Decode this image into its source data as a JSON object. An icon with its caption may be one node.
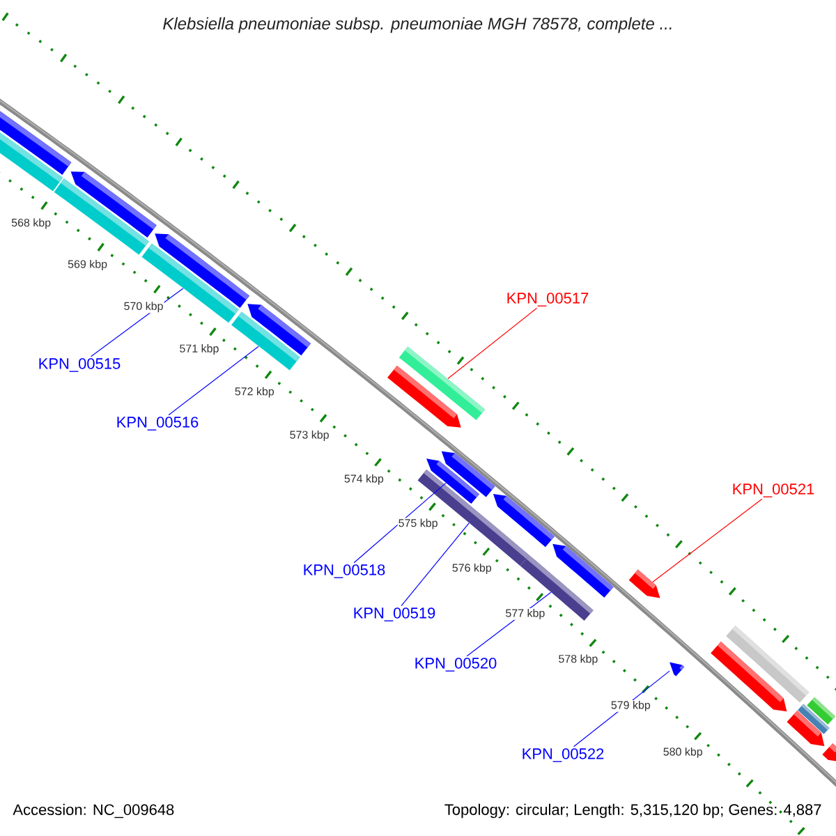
{
  "diagram": {
    "title": "Klebsiella pneumoniae subsp. pneumoniae MGH 78578, complete ...",
    "nodes": [
      {
        "text": [
          "KPN_00515"
        ]
      },
      {
        "text": [
          "KPN_00516"
        ]
      },
      {
        "text": [
          "KPN_00517"
        ]
      },
      {
        "text": [
          "KPN_00521"
        ]
      },
      {
        "text": [
          "KPN_00518"
        ]
      },
      {
        "text": [
          "KPN_00519"
        ]
      },
      {
        "text": [
          "KPN_00520"
        ]
      },
      {
        "text": [
          "KPN_00522"
        ]
      },
      {
        "text": [],
        "shape": "arrow"
      },
      {
        "text": [],
        "shape": "bar"
      },
      {
        "text": [],
        "shape": "bar"
      },
      {
        "text": [],
        "shape": "arrow"
      },
      {
        "text": [],
        "shape": "bar"
      },
      {
        "text": [],
        "shape": "arrow"
      },
      {
        "text": [],
        "shape": "bar"
      },
      {
        "text": [],
        "shape": "arrow"
      },
      {
        "text": [],
        "shape": "bar"
      },
      {
        "text": [],
        "shape": "arrow"
      },
      {
        "text": [],
        "shape": "arrow"
      },
      {
        "text": [],
        "shape": "bar"
      },
      {
        "text": [],
        "shape": "arrow"
      },
      {
        "text": [],
        "shape": "arrow"
      },
      {
        "text": [],
        "shape": "bar"
      },
      {
        "text": [],
        "shape": "arrow"
      },
      {
        "text": [],
        "shape": "arrow"
      },
      {
        "text": [],
        "shape": "arrow"
      },
      {
        "text": [],
        "shape": "arrow"
      },
      {
        "text": [],
        "shape": "bar"
      },
      {
        "text": [],
        "shape": "arrow"
      },
      {
        "text": [],
        "shape": "bar"
      },
      {
        "text": [],
        "shape": "bar"
      },
      {
        "text": [],
        "shape": "arrow"
      }
    ],
    "edges": [
      {
        "from": 0,
        "to": 12,
        "arrow": "none"
      },
      {
        "from": 1,
        "to": 14,
        "arrow": "none"
      },
      {
        "from": 2,
        "to": 16,
        "arrow": "none",
        "color": "#ff0000"
      },
      {
        "from": 3,
        "to": 24,
        "arrow": "none",
        "color": "#ff0000"
      },
      {
        "from": 4,
        "to": 18,
        "arrow": "none"
      },
      {
        "from": 5,
        "to": 19,
        "arrow": "none"
      },
      {
        "from": 6,
        "to": 22,
        "arrow": "none"
      },
      {
        "from": 7,
        "to": 25,
        "arrow": "none"
      }
    ],
    "labels": [
      "568 kbp",
      "569 kbp",
      "570 kbp",
      "571 kbp",
      "572 kbp",
      "573 kbp",
      "574 kbp",
      "575 kbp",
      "576 kbp",
      "577 kbp",
      "578 kbp",
      "579 kbp",
      "580 kbp",
      "Accession: NC_009648",
      "Topology: circular; Length: 5,315,120 bp; Genes: 4,887"
    ]
  }
}
